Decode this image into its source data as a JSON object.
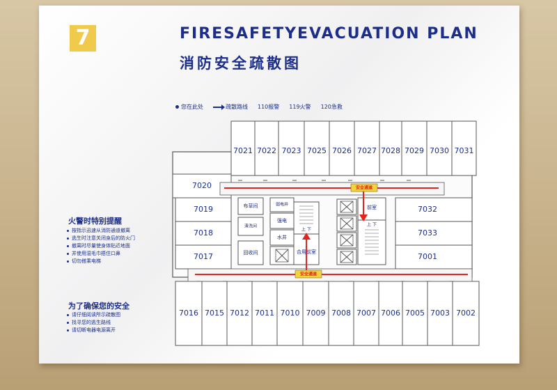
{
  "title_en": "FIRESAFETYEVACUATION PLAN",
  "title_cn": "消防安全疏散图",
  "legend": {
    "you_are_here": "您在此处",
    "route": "疏散路线",
    "police": "110报警",
    "fire": "119火警",
    "medical": "120急救"
  },
  "side": {
    "fire_heading": "火警时特别提醒",
    "fire_tips": [
      "按指示迅速从消防通道撤离",
      "逃生时注意关闭身后的防火门",
      "撤离时尽量使身体贴近地面",
      "并使用湿毛巾捂住口鼻",
      "切勿搭乘电梯"
    ],
    "safety_heading": "为了确保您的安全",
    "safety_tips": [
      "请仔细阅读所示疏散图",
      "找寻您的逃生路线",
      "请切断电器电源离开"
    ]
  },
  "plan": {
    "top_rooms": [
      "7021",
      "7022",
      "7023",
      "7025",
      "7026",
      "7027",
      "7028",
      "7029",
      "7030",
      "7031"
    ],
    "left_rooms": [
      "7020",
      "7019",
      "7018",
      "7017"
    ],
    "right_rooms": [
      "7032",
      "7033",
      "7001"
    ],
    "bottom_rooms": [
      "7016",
      "7015",
      "7012",
      "7011",
      "7010",
      "7009",
      "7008",
      "7007",
      "7006",
      "7005",
      "7003",
      "7002"
    ],
    "core_labels": {
      "linen": "布草间",
      "weak_power": "弱电井",
      "strong_power": "强电",
      "clean": "清洗间",
      "water": "水井",
      "recycle": "回收间",
      "front_room_left": "合用前室",
      "front_room_right": "前室",
      "stair_up_down": "上 下"
    },
    "exit_label": "安全通道",
    "colors": {
      "ink": "#1c2e8a",
      "route": "#e3241e",
      "wall": "#555555",
      "exit_bg": "#f4d23c"
    }
  }
}
